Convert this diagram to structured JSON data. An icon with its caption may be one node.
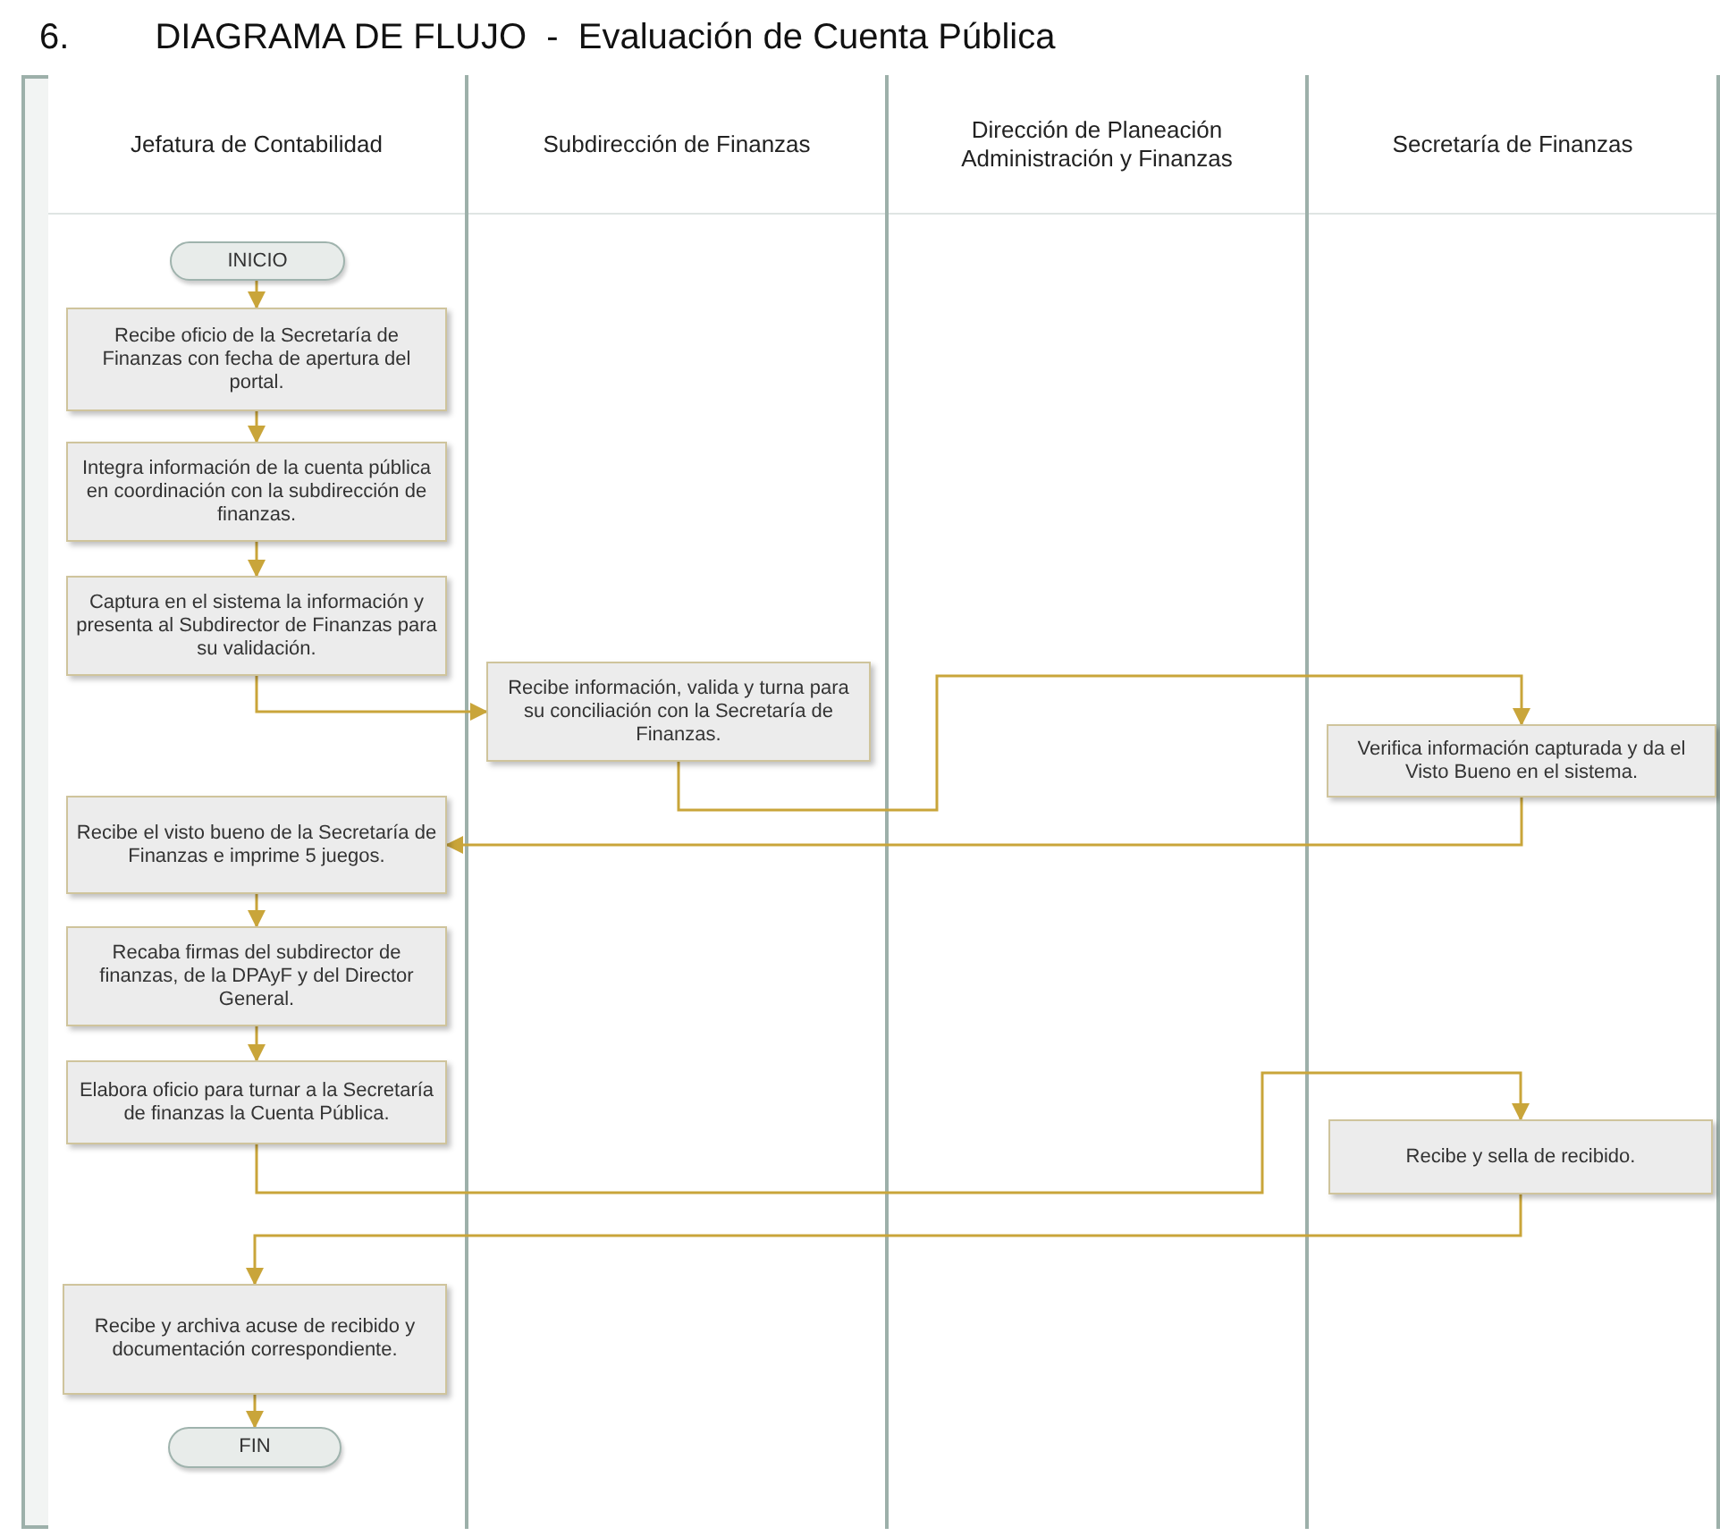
{
  "diagram": {
    "title": "DIAGRAMA DE FLUJO  -  Evaluación de Cuenta Pública",
    "nodes": [
      {
        "text": [
          "INICIO"
        ]
      },
      {
        "text": [
          "Recibe oficio de la Secretaría de Finanzas con fecha de apertura del portal."
        ]
      },
      {
        "text": [
          "Integra información de la cuenta pública en coordinación con la subdirección de finanzas."
        ]
      },
      {
        "text": [
          "Captura en el sistema la información y presenta al Subdirector de Finanzas para su validación."
        ]
      },
      {
        "text": [
          "Recibe información, valida y turna para su conciliación con la Secretaría de Finanzas."
        ]
      },
      {
        "text": [
          "Verifica información capturada y da el Visto Bueno en el sistema."
        ]
      },
      {
        "text": [
          "Recibe el visto bueno de la Secretaría de Finanzas e imprime 5 juegos."
        ]
      },
      {
        "text": [
          "Recaba firmas del subdirector de finanzas, de la DPAyF y del Director General."
        ]
      },
      {
        "text": [
          "Elabora oficio para turnar a la Secretaría de finanzas la Cuenta Pública."
        ]
      },
      {
        "text": [
          "Recibe y sella de recibido."
        ]
      },
      {
        "text": [
          "Recibe y archiva acuse de recibido y documentación correspondiente."
        ]
      },
      {
        "text": [
          "FIN"
        ]
      }
    ],
    "edges": [
      {
        "from": 0,
        "to": 1,
        "arrow": "to"
      },
      {
        "from": 1,
        "to": 2,
        "arrow": "to"
      },
      {
        "from": 2,
        "to": 3,
        "arrow": "to"
      },
      {
        "from": 3,
        "to": 4,
        "arrow": "to"
      },
      {
        "from": 4,
        "to": 5,
        "arrow": "to"
      },
      {
        "from": 5,
        "to": 6,
        "arrow": "to"
      },
      {
        "from": 6,
        "to": 7,
        "arrow": "to"
      },
      {
        "from": 7,
        "to": 8,
        "arrow": "to"
      },
      {
        "from": 8,
        "to": 9,
        "arrow": "to"
      },
      {
        "from": 9,
        "to": 10,
        "arrow": "to"
      },
      {
        "from": 10,
        "to": 11,
        "arrow": "to"
      }
    ],
    "labels": [
      "6.",
      "Jefatura de Contabilidad",
      "Subdirección de Finanzas",
      "Dirección de Planeación Administración y Finanzas",
      "Secretaría de Finanzas"
    ]
  }
}
